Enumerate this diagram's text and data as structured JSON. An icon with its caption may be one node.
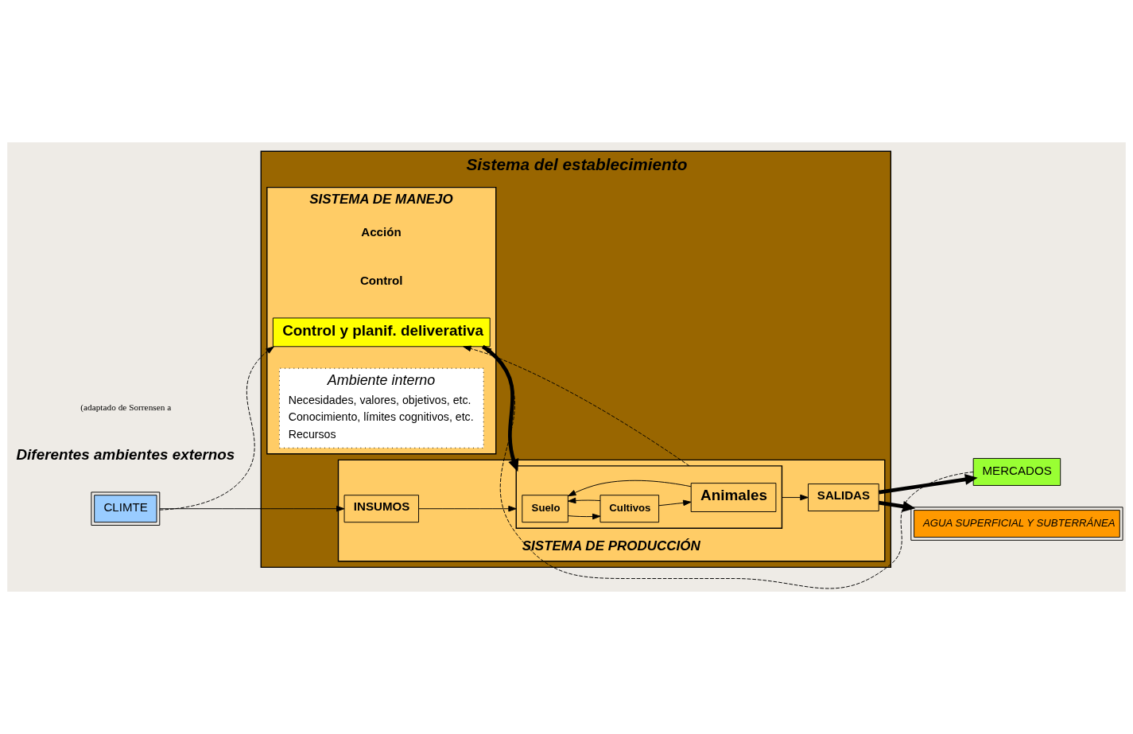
{
  "diagram": {
    "nodes": [
      {
        "text": [
          "Sistema del establecimiento"
        ]
      },
      {
        "text": [
          "SISTEMA DE MANEJO"
        ],
        "in": 0
      },
      {
        "text": [
          "Ambiente interno",
          "Necesidades, valores, objetivos, etc.",
          "Conocimiento, límites cognitivos, etc.",
          "Recursos"
        ],
        "in": 1
      },
      {
        "text": [
          "Control y planif. deliverativa"
        ],
        "in": 1
      },
      {
        "text": [
          "SISTEMA DE PRODUCCIÓN"
        ],
        "in": 0
      },
      {
        "text": [
          "INSUMOS"
        ],
        "in": 4
      },
      {
        "text": [],
        "shape": "box",
        "in": 4
      },
      {
        "text": [
          "Suelo"
        ],
        "in": 6
      },
      {
        "text": [
          "Cultivos"
        ],
        "in": 6
      },
      {
        "text": [
          "Animales"
        ],
        "in": 6
      },
      {
        "text": [
          "SALIDAS"
        ],
        "in": 4
      },
      {
        "text": [
          "CLIMTE"
        ]
      },
      {
        "text": [
          "MERCADOS"
        ]
      },
      {
        "text": [
          "AGUA SUPERFICIAL Y SUBTERRÁNEA"
        ]
      }
    ],
    "edges": [
      {
        "from": 11,
        "to": 3,
        "arrow": "to",
        "style": "dashed"
      },
      {
        "from": 3,
        "to": 6,
        "arrow": "to",
        "style": "thick"
      },
      {
        "from": 6,
        "to": 3,
        "arrow": "to",
        "style": "dashed"
      },
      {
        "from": 12,
        "to": 3,
        "arrow": "to",
        "style": "dashed"
      },
      {
        "from": 11,
        "to": 5,
        "arrow": "to"
      },
      {
        "from": 5,
        "to": 6,
        "arrow": "to"
      },
      {
        "from": 7,
        "to": 8,
        "arrow": "to"
      },
      {
        "from": 8,
        "to": 7,
        "arrow": "to"
      },
      {
        "from": 8,
        "to": 9,
        "arrow": "to"
      },
      {
        "from": 9,
        "to": 7,
        "arrow": "to"
      },
      {
        "from": 6,
        "to": 10,
        "arrow": "to"
      },
      {
        "from": 10,
        "to": 12,
        "arrow": "to",
        "style": "thick"
      },
      {
        "from": 10,
        "to": 13,
        "arrow": "to",
        "style": "thick"
      }
    ],
    "labels": [
      "Diferentes ambientes externos",
      "Acción",
      "Control",
      "(adaptado de Sorrensen a"
    ]
  }
}
